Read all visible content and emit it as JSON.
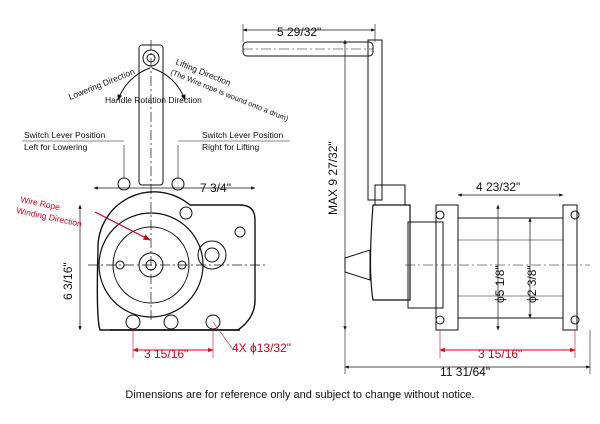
{
  "labels": {
    "lowering_direction": "Lowering Direction",
    "lifting_direction": "Lifting Direction",
    "lifting_note": "(The Wire rope is wound onto a drum)",
    "handle_rotation": "Handle Rotation Direction",
    "switch_left_title": "Switch Lever Position",
    "switch_left_sub": "Left for Lowering",
    "switch_right_title": "Switch Lever Position",
    "switch_right_sub": "Right for Lifting",
    "wire_rope_1": "Wire Rope",
    "wire_rope_2": "Winding Direction"
  },
  "dimensions": {
    "handle_length": "5  29/32\"",
    "max_height": "MAX  9  27/32\"",
    "front_width": "7  3/4\"",
    "front_height": "6  3/16\"",
    "bolt_spacing_front": "3  15/16\"",
    "bolt_holes": "4X ϕ13/32\"",
    "drum_width": "4  23/32\"",
    "flange_dia": "ϕ5  1/8\"",
    "drum_dia": "ϕ2  3/8\"",
    "bolt_spacing_side": "3  15/16\"",
    "overall_length": "11  31/64\""
  },
  "footer": {
    "note": "Dimensions are for reference only and subject to change without notice."
  },
  "colors": {
    "line": "#111111",
    "accent": "#d0021b"
  }
}
